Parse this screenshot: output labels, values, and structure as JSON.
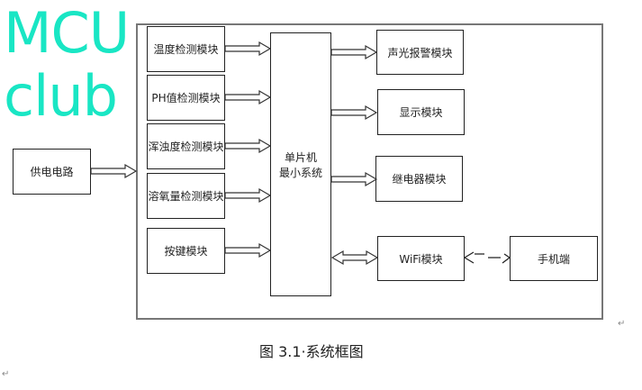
{
  "diagram": {
    "power": "供电电路",
    "inputs": [
      "温度检测模块",
      "PH值检测模块",
      "浑浊度检测模块",
      "溶氧量检测模块",
      "按键模块"
    ],
    "mcu": [
      "单片机",
      "最小系统"
    ],
    "outputs": [
      "声光报警模块",
      "显示模块",
      "继电器模块"
    ],
    "wifi": "WiFi模块",
    "phone": "手机端"
  },
  "caption": "图 3.1·系统框图",
  "return_mark": "↵",
  "watermark": "MCUclub",
  "colors": {
    "watermark": "#19e6c4",
    "frame": "#777777",
    "line": "#222222"
  }
}
